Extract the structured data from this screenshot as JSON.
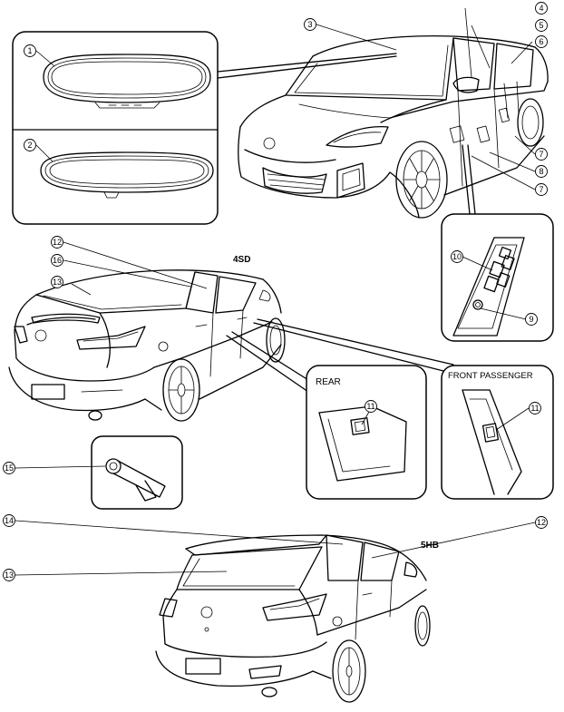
{
  "callouts": {
    "c1": "1",
    "c2": "2",
    "c3": "3",
    "c4": "4",
    "c5": "5",
    "c6": "6",
    "c7a": "7",
    "c7b": "7",
    "c8": "8",
    "c9": "9",
    "c10": "10",
    "c11a": "11",
    "c11b": "11",
    "c12a": "12",
    "c12b": "12",
    "c13a": "13",
    "c13b": "13",
    "c14": "14",
    "c15": "15",
    "c16": "16"
  },
  "labels": {
    "sedan": "4SD",
    "hatchback": "5HB",
    "rear": "REAR",
    "front_passenger": "FRONT PASSENGER"
  }
}
